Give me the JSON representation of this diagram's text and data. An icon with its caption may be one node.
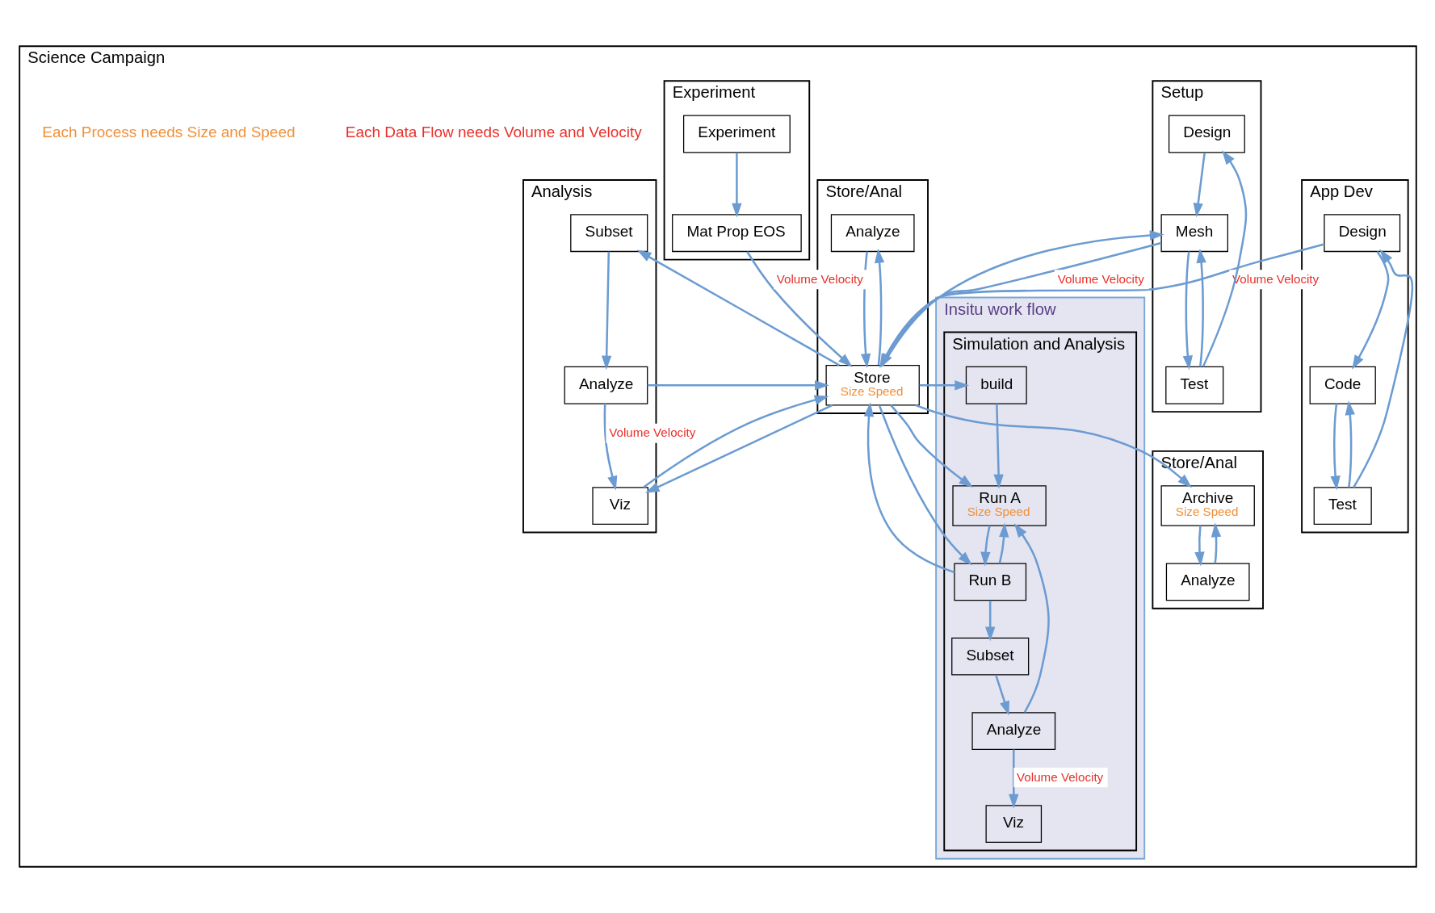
{
  "diagram": {
    "nodes": [
      {
        "text": [
          "Science Campaign"
        ]
      },
      {
        "text": [
          "App Dev"
        ],
        "in": 0
      },
      {
        "text": [
          "Design"
        ],
        "in": 1
      },
      {
        "text": [
          "Code"
        ],
        "in": 1
      },
      {
        "text": [
          "Test"
        ],
        "in": 1
      },
      {
        "text": [
          "Store/Anal"
        ],
        "in": 0
      },
      {
        "text": [
          "Analyze"
        ],
        "in": 5
      },
      {
        "text": [
          "Store",
          "Size Speed"
        ],
        "in": 5
      },
      {
        "text": [
          "Insitu work flow"
        ],
        "in": 0
      },
      {
        "text": [
          "Simulation and Analysis"
        ],
        "in": 8
      },
      {
        "text": [
          "build"
        ],
        "in": 9
      },
      {
        "text": [
          "Run A",
          "Size Speed"
        ],
        "in": 9
      },
      {
        "text": [
          "Run B"
        ],
        "in": 9
      },
      {
        "text": [
          "Subset"
        ],
        "in": 9
      },
      {
        "text": [
          "Analyze"
        ],
        "in": 9
      },
      {
        "text": [
          "Viz"
        ],
        "in": 9
      },
      {
        "text": [
          "Setup"
        ],
        "in": 0
      },
      {
        "text": [
          "Design"
        ],
        "in": 16
      },
      {
        "text": [
          "Mesh"
        ],
        "in": 16
      },
      {
        "text": [
          "Test"
        ],
        "in": 16
      },
      {
        "text": [
          "Store/Anal"
        ],
        "in": 0
      },
      {
        "text": [
          "Archive",
          "Size Speed"
        ],
        "in": 20
      },
      {
        "text": [
          "Analyze"
        ],
        "in": 20
      },
      {
        "text": [
          "Experiment"
        ],
        "in": 0
      },
      {
        "text": [
          "Experiment"
        ],
        "in": 23
      },
      {
        "text": [
          "Mat Prop EOS"
        ],
        "in": 23
      },
      {
        "text": [
          "Analysis"
        ],
        "in": 0
      },
      {
        "text": [
          "Subset"
        ],
        "in": 26
      },
      {
        "text": [
          "Analyze"
        ],
        "in": 26
      },
      {
        "text": [
          "Viz"
        ],
        "in": 26
      }
    ],
    "edges": [
      {
        "from": 2,
        "to": 3,
        "arrow": "to"
      },
      {
        "from": 3,
        "to": 4,
        "arrow": "to"
      },
      {
        "from": 4,
        "to": 3,
        "arrow": "to"
      },
      {
        "from": 4,
        "to": 2,
        "arrow": "to"
      },
      {
        "from": 2,
        "to": 7,
        "arrow": "to",
        "label": "Volume Velocity"
      },
      {
        "from": 6,
        "to": 7,
        "arrow": "to"
      },
      {
        "from": 7,
        "to": 6,
        "arrow": "to"
      },
      {
        "from": 7,
        "to": 10,
        "arrow": "to"
      },
      {
        "from": 7,
        "to": 11,
        "arrow": "to"
      },
      {
        "from": 7,
        "to": 12,
        "arrow": "to"
      },
      {
        "from": 12,
        "to": 7,
        "arrow": "to"
      },
      {
        "from": 10,
        "to": 11,
        "arrow": "to"
      },
      {
        "from": 11,
        "to": 12,
        "arrow": "to"
      },
      {
        "from": 12,
        "to": 11,
        "arrow": "to"
      },
      {
        "from": 12,
        "to": 13,
        "arrow": "to"
      },
      {
        "from": 13,
        "to": 14,
        "arrow": "to"
      },
      {
        "from": 14,
        "to": 11,
        "arrow": "to"
      },
      {
        "from": 14,
        "to": 15,
        "arrow": "to",
        "label": "Volume Velocity"
      },
      {
        "from": 17,
        "to": 18,
        "arrow": "to"
      },
      {
        "from": 18,
        "to": 19,
        "arrow": "to"
      },
      {
        "from": 19,
        "to": 18,
        "arrow": "to"
      },
      {
        "from": 19,
        "to": 17,
        "arrow": "to"
      },
      {
        "from": 7,
        "to": 18,
        "arrow": "to"
      },
      {
        "from": 18,
        "to": 7,
        "arrow": "to",
        "label": "Volume Velocity"
      },
      {
        "from": 7,
        "to": 21,
        "arrow": "to"
      },
      {
        "from": 21,
        "to": 22,
        "arrow": "to"
      },
      {
        "from": 22,
        "to": 21,
        "arrow": "to"
      },
      {
        "from": 24,
        "to": 25,
        "arrow": "to"
      },
      {
        "from": 25,
        "to": 7,
        "arrow": "to",
        "label": "Volume Velocity"
      },
      {
        "from": 7,
        "to": 27,
        "arrow": "to"
      },
      {
        "from": 28,
        "to": 7,
        "arrow": "to"
      },
      {
        "from": 7,
        "to": 29,
        "arrow": "to"
      },
      {
        "from": 29,
        "to": 7,
        "arrow": "to"
      },
      {
        "from": 27,
        "to": 28,
        "arrow": "to"
      },
      {
        "from": 28,
        "to": 29,
        "arrow": "to",
        "label": "Volume Velocity"
      }
    ],
    "labels": [
      "Each Data Flow needs Volume and Velocity",
      "Each Process needs Size and Speed"
    ]
  }
}
